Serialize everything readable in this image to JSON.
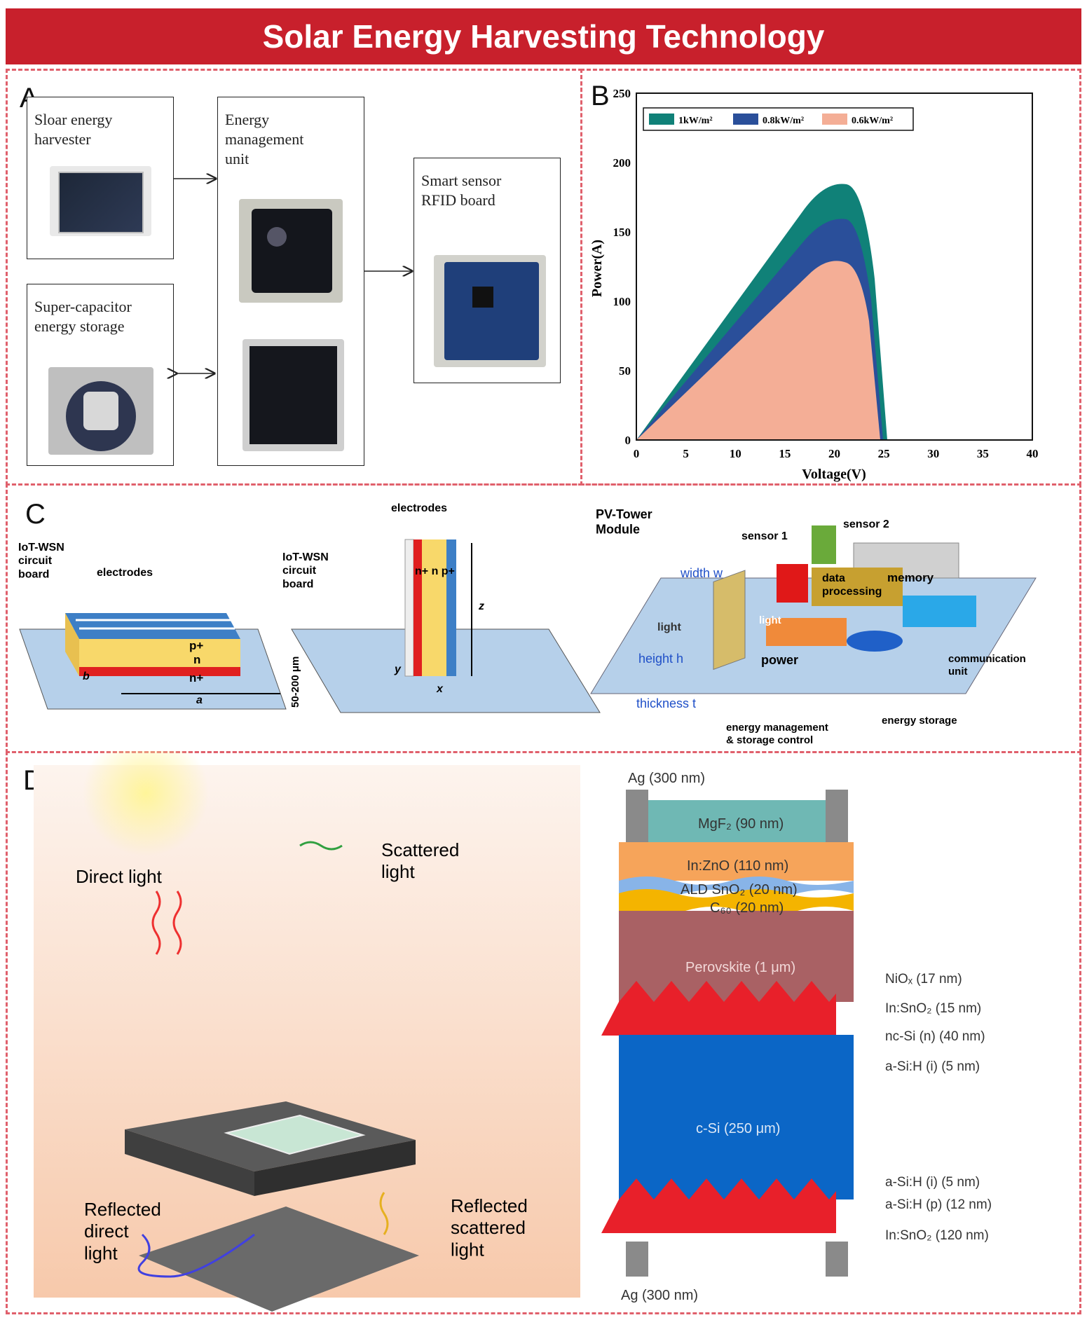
{
  "banner": {
    "title": "Solar Energy Harvesting Technology"
  },
  "panelA": {
    "label": "A",
    "boxes": {
      "harvester": "Sloar energy\nharvester",
      "management": "Energy\nmanagement\nunit",
      "sensor": "Smart sensor\nRFID board",
      "capacitor": "Super-capacitor\nenergy storage"
    }
  },
  "panelB": {
    "label": "B",
    "legend": [
      "1kW/m²",
      "0.8kW/m²",
      "0.6kW/m²"
    ],
    "xlabel": "Voltage(V)",
    "ylabel": "Power(A)",
    "xticks": [
      "0",
      "5",
      "10",
      "15",
      "20",
      "25",
      "30",
      "35",
      "40"
    ],
    "yticks": [
      "0",
      "50",
      "100",
      "150",
      "200",
      "250"
    ]
  },
  "panelC": {
    "label": "C",
    "left": {
      "board_label": "IoT-WSN\ncircuit\nboard",
      "electrodes": "electrodes",
      "p_layer": "p+",
      "n_layer": "n",
      "n_plus_layer": "n+",
      "dim_a": "a",
      "dim_b": "b",
      "thickness": "50-200 μm"
    },
    "middle": {
      "board_label": "IoT-WSN\ncircuit\nboard",
      "electrodes": "electrodes",
      "layers": "n+  n  p+",
      "dim_x": "x",
      "dim_y": "y",
      "dim_z": "z"
    },
    "right": {
      "title": "PV-Tower\nModule",
      "sensor1": "sensor 1",
      "sensor2": "sensor 2",
      "memory": "memory",
      "data_processing": "data\nprocessing",
      "light1": "light",
      "light2": "light",
      "width": "width w",
      "height": "height h",
      "thickness": "thickness t",
      "power": "power",
      "communication": "communication\nunit",
      "energy_storage": "energy storage",
      "energy_management": "energy management\n& storage control"
    }
  },
  "panelD": {
    "label": "D",
    "direct": "Direct light",
    "scattered": "Scattered\nlight",
    "reflected_direct": "Reflected\ndirect\nlight",
    "reflected_scattered": "Reflected\nscattered\nlight",
    "stack": {
      "ag_top": "Ag (300 nm)",
      "mgf2": "MgF₂ (90 nm)",
      "inzno": "In:ZnO (110 nm)",
      "sno2": "ALD SnO₂ (20 nm)",
      "c60": "C₆₀ (20 nm)",
      "perovskite": "Perovskite (1 μm)",
      "csi": "c-Si (250 μm)",
      "ag_bottom": "Ag (300 nm)",
      "right_labels_top": [
        "NiOₓ (17 nm)",
        "In:SnO₂ (15 nm)",
        "nc-Si (n) (40 nm)",
        "a-Si:H (i) (5 nm)"
      ],
      "right_labels_bottom": [
        "a-Si:H (i) (5 nm)",
        "a-Si:H (p) (12 nm)",
        "In:SnO₂ (120 nm)"
      ]
    }
  }
}
